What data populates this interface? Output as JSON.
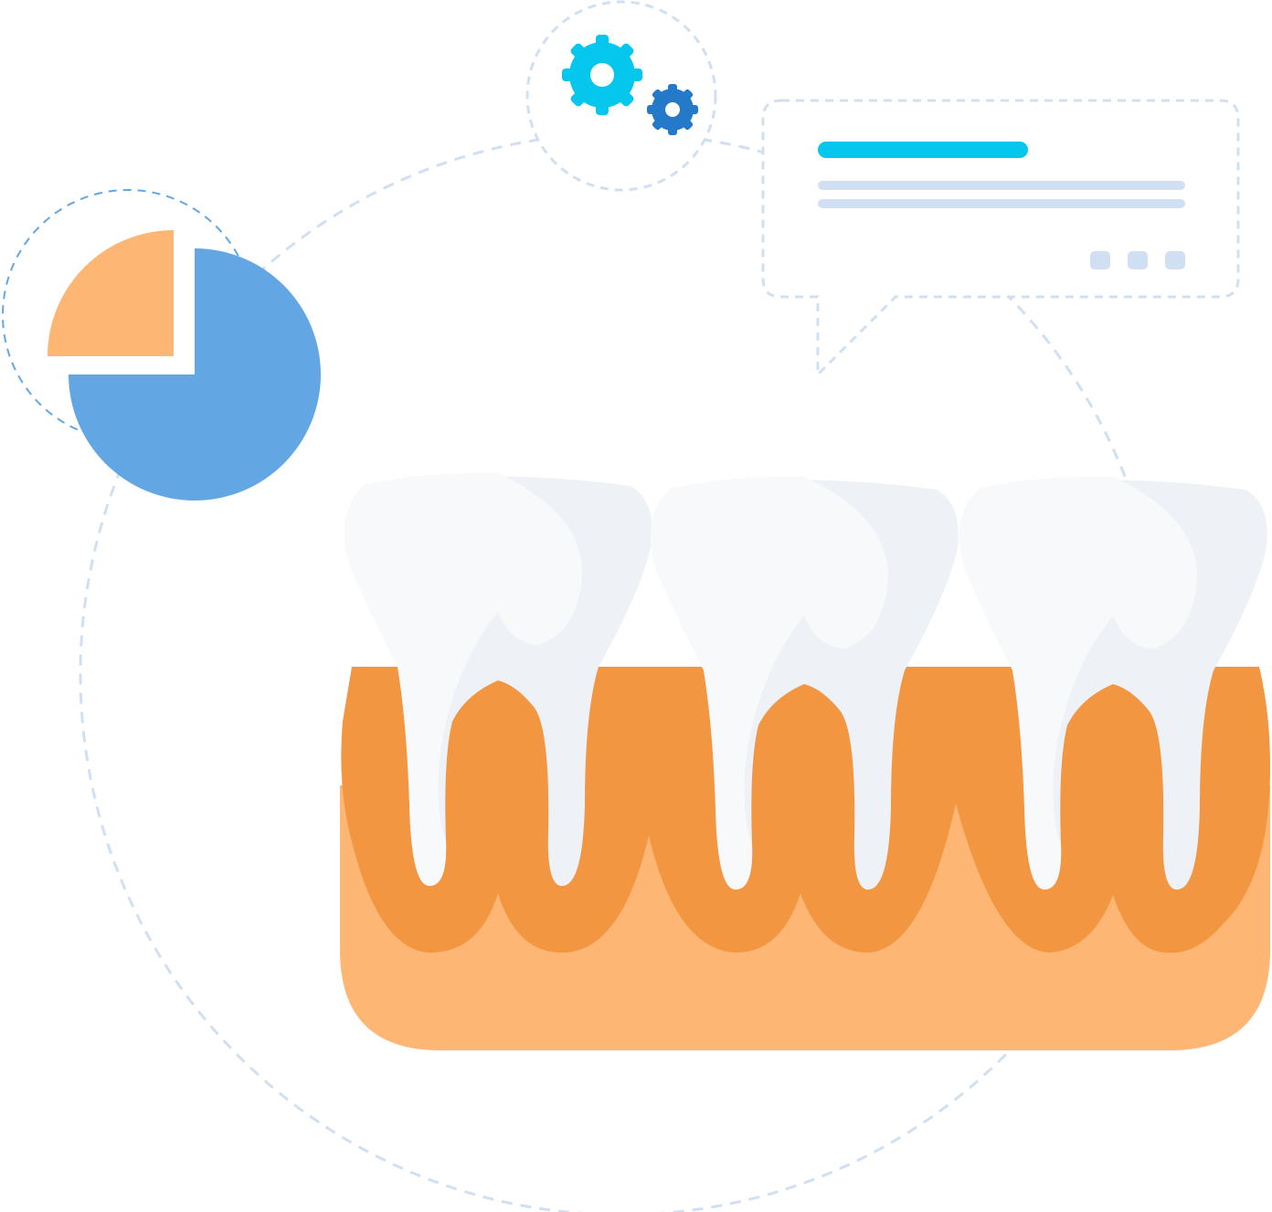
{
  "illustration": {
    "subject": "dental-teeth-analytics",
    "icons": [
      "pie-chart-icon",
      "gears-icon",
      "speech-bubble-icon",
      "teeth-gum-icon"
    ],
    "pie": {
      "major_fraction": 0.75,
      "minor_fraction": 0.25
    },
    "teeth_count": 3,
    "bubble_dots": 3
  },
  "colors": {
    "pie_blue": "#62A6E3",
    "pie_orange": "#FDB673",
    "gum_dark": "#F29641",
    "gum_light": "#FDB673",
    "tooth_light": "#F8F9FB",
    "tooth_shade": "#EEF1F6",
    "gear_cyan": "#05C6ED",
    "gear_blue": "#2479C8",
    "dashed": "#D0E0F2",
    "bubble_lines": "#D0E0F2"
  }
}
